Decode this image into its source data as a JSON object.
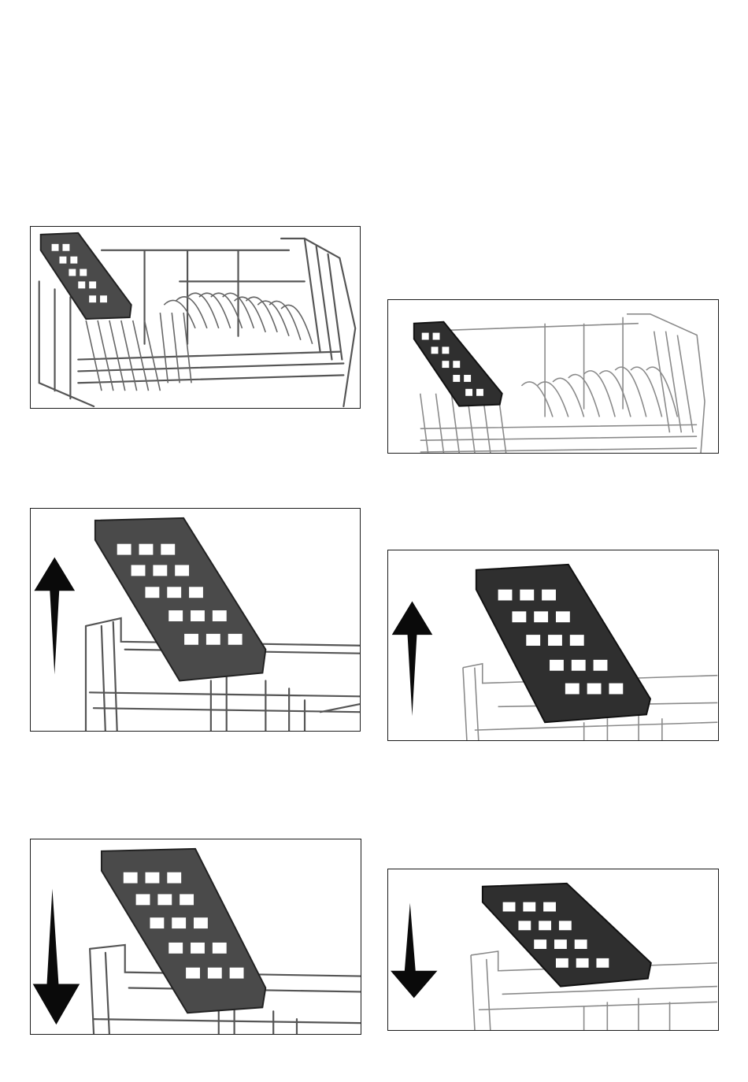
{
  "figures": [
    {
      "id": "fig-1",
      "arrow": "none"
    },
    {
      "id": "fig-2",
      "arrow": "none"
    },
    {
      "id": "fig-3",
      "arrow": "up"
    },
    {
      "id": "fig-4",
      "arrow": "up"
    },
    {
      "id": "fig-5",
      "arrow": "down"
    },
    {
      "id": "fig-6",
      "arrow": "down"
    }
  ],
  "icons": {
    "up": "arrow-up-icon",
    "down": "arrow-down-icon"
  },
  "colors": {
    "holder_grey": "#4a4a4a",
    "holder_black": "#2f2f2f",
    "wire_grey": "#555555"
  }
}
